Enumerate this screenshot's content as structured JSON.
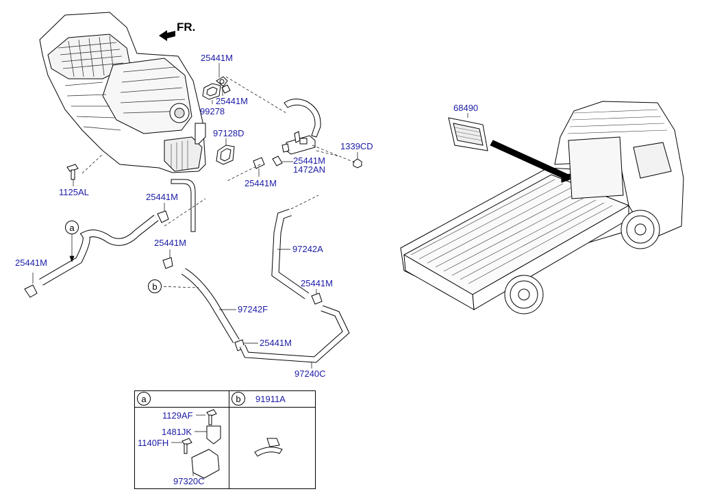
{
  "direction_label": "FR.",
  "callouts": {
    "a": "a",
    "b": "b"
  },
  "labels": {
    "p25441M_top": "25441M",
    "p25441M_mid1": "25441M",
    "p99278": "99278",
    "p97128D": "97128D",
    "p1339CD": "1339CD",
    "p25441M_valve": "25441M",
    "p1472AN": "1472AN",
    "p25441M_left": "25441M",
    "p1125AL": "1125AL",
    "p25441M_hose": "25441M",
    "p25441M_farleft": "25441M",
    "p25441M_midhose": "25441M",
    "p97242A": "97242A",
    "p25441M_right": "25441M",
    "p97242F": "97242F",
    "p25441M_bottom": "25441M",
    "p97240C": "97240C",
    "p68490": "68490"
  },
  "detail_table": {
    "col_a_marker": "a",
    "col_b_marker": "b",
    "col_b_part": "91911A",
    "a_parts": {
      "p1129AF": "1129AF",
      "p1481JK": "1481JK",
      "p1140FH": "1140FH",
      "p97320C": "97320C"
    }
  },
  "colors": {
    "label_blue": "#1a1aa6",
    "line": "#000000"
  }
}
